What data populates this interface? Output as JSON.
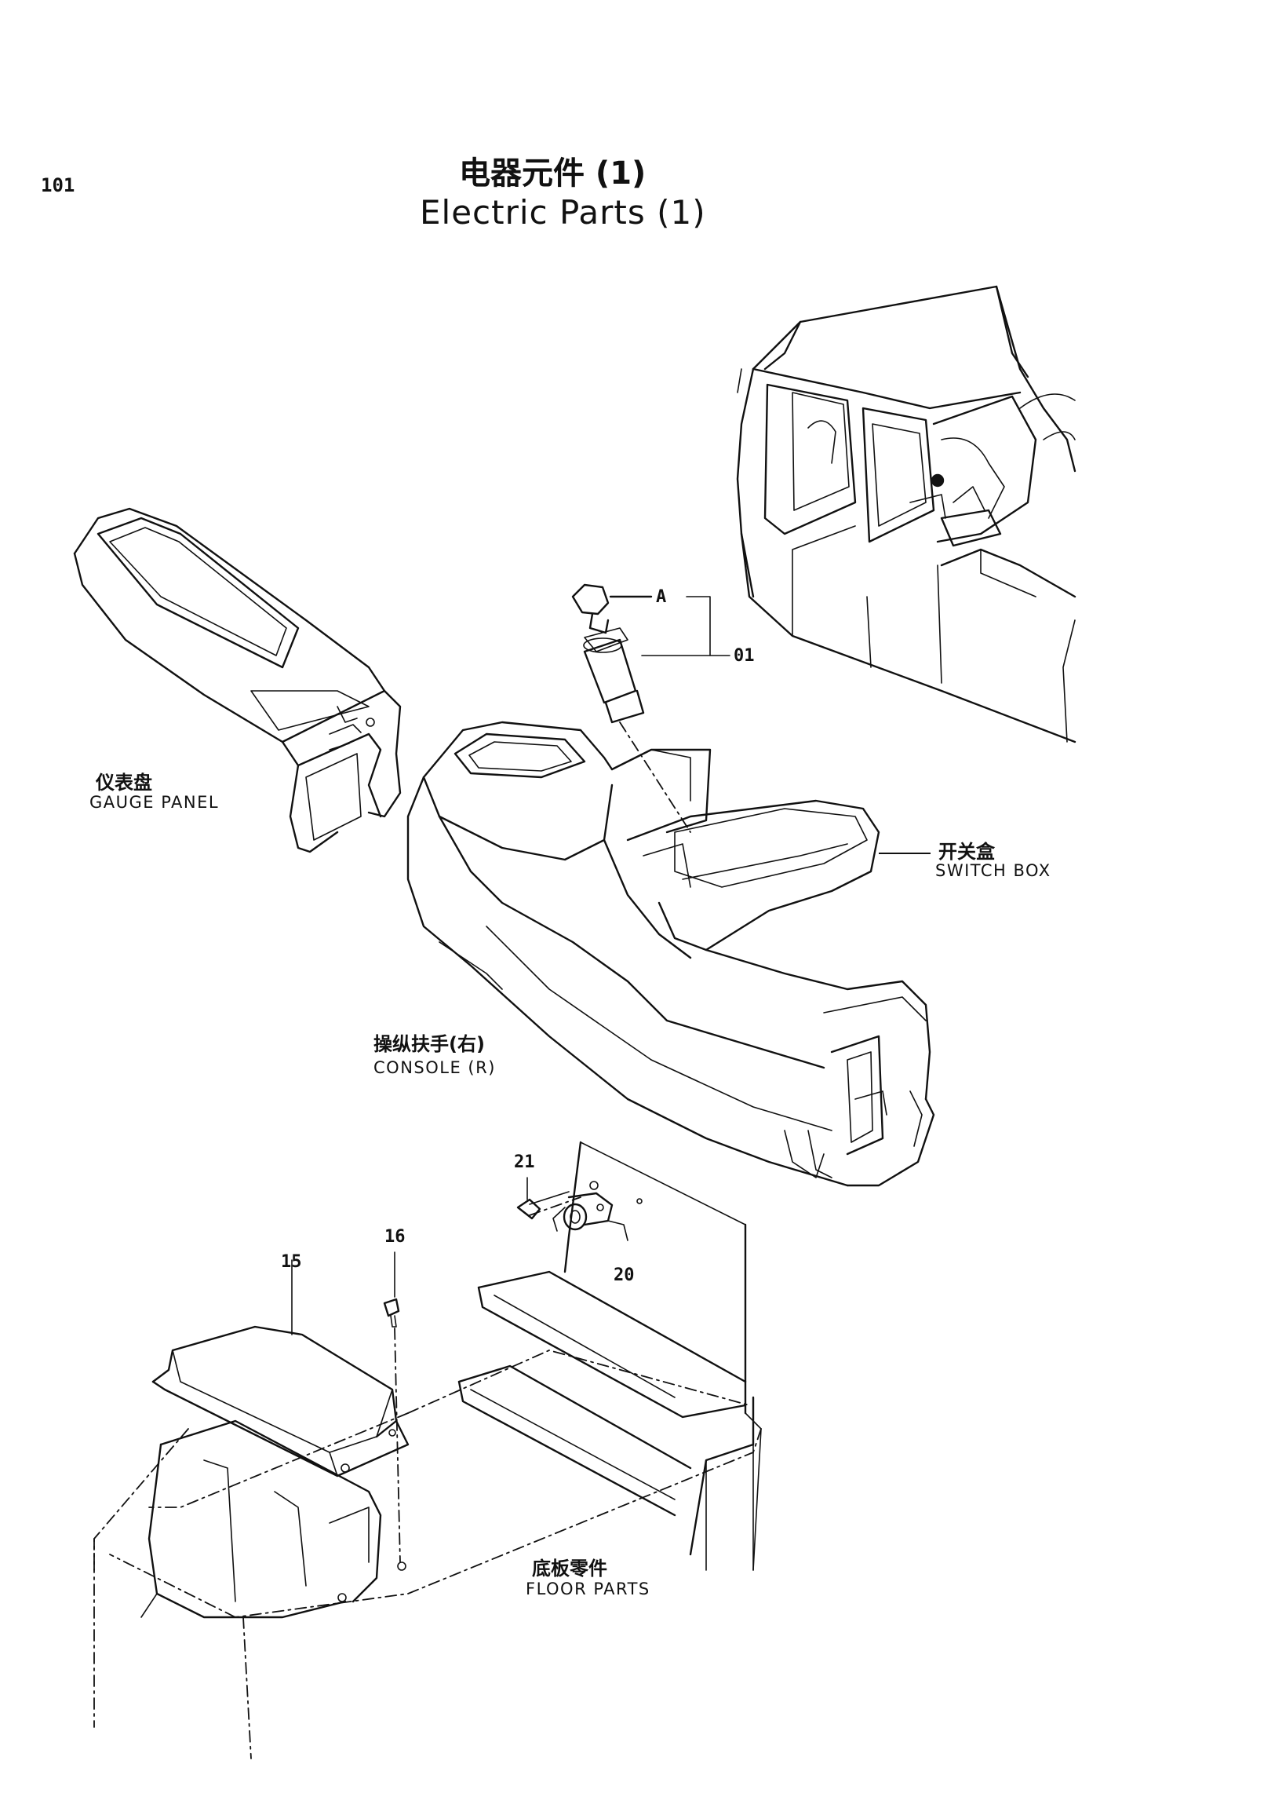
{
  "page_number": "101",
  "title": {
    "chinese": "电器元件 (1)",
    "english": "Electric Parts (1)"
  },
  "callouts": [
    {
      "id": "A",
      "label": "A"
    },
    {
      "id": "01",
      "label": "01"
    },
    {
      "id": "21",
      "label": "21"
    },
    {
      "id": "20",
      "label": "20"
    },
    {
      "id": "16",
      "label": "16"
    },
    {
      "id": "15",
      "label": "15"
    }
  ],
  "assemblies": {
    "gauge_panel": {
      "zh": "仪表盘",
      "en": "GAUGE PANEL"
    },
    "switch_box": {
      "zh": "开关盒",
      "en": "SWITCH BOX"
    },
    "console_r": {
      "zh": "操纵扶手(右)",
      "en": "CONSOLE (R)"
    },
    "floor_parts": {
      "zh": "底板零件",
      "en": "FLOOR PARTS"
    }
  }
}
